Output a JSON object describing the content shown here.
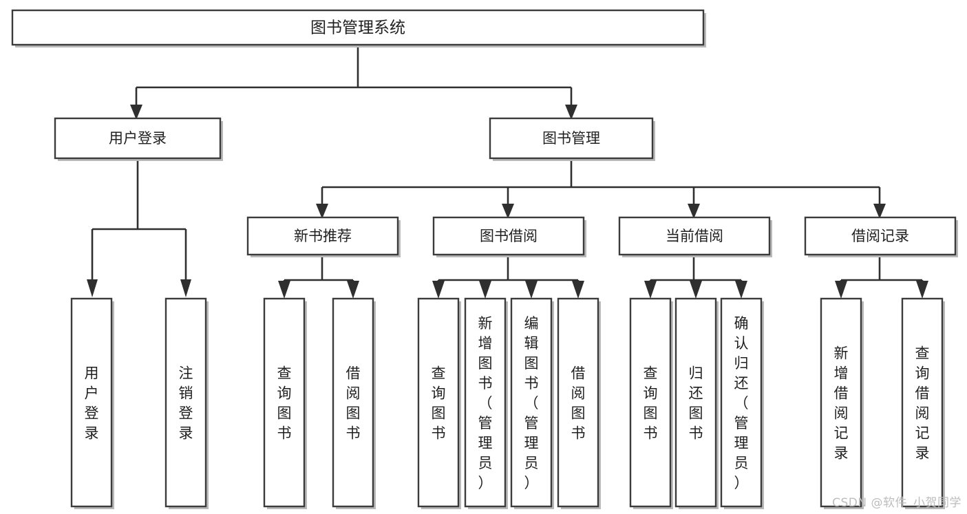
{
  "diagram": {
    "type": "tree",
    "title": "图书管理系统",
    "root": {
      "id": "root",
      "label": "图书管理系统",
      "orientation": "horizontal"
    },
    "level1": [
      {
        "id": "user-login",
        "label": "用户登录",
        "orientation": "horizontal"
      },
      {
        "id": "book-manage",
        "label": "图书管理",
        "orientation": "horizontal"
      }
    ],
    "level2": [
      {
        "id": "new-book-recommend",
        "label": "新书推荐",
        "parent": "book-manage",
        "orientation": "horizontal"
      },
      {
        "id": "book-borrow",
        "label": "图书借阅",
        "parent": "book-manage",
        "orientation": "horizontal"
      },
      {
        "id": "current-borrow",
        "label": "当前借阅",
        "parent": "book-manage",
        "orientation": "horizontal"
      },
      {
        "id": "borrow-record",
        "label": "借阅记录",
        "parent": "book-manage",
        "orientation": "horizontal"
      }
    ],
    "leaves": [
      {
        "id": "leaf-user-login",
        "label": "用户登录",
        "parent": "user-login",
        "orientation": "vertical"
      },
      {
        "id": "leaf-logout-login",
        "label": "注销登录",
        "parent": "user-login",
        "orientation": "vertical"
      },
      {
        "id": "leaf-query-book-1",
        "label": "查询图书",
        "parent": "new-book-recommend",
        "orientation": "vertical"
      },
      {
        "id": "leaf-borrow-book-1",
        "label": "借阅图书",
        "parent": "new-book-recommend",
        "orientation": "vertical"
      },
      {
        "id": "leaf-query-book-2",
        "label": "查询图书",
        "parent": "book-borrow",
        "orientation": "vertical"
      },
      {
        "id": "leaf-add-book",
        "label": "新增图书（管理员）",
        "parent": "book-borrow",
        "orientation": "vertical"
      },
      {
        "id": "leaf-edit-book",
        "label": "编辑图书（管理员）",
        "parent": "book-borrow",
        "orientation": "vertical"
      },
      {
        "id": "leaf-borrow-book-2",
        "label": "借阅图书",
        "parent": "book-borrow",
        "orientation": "vertical"
      },
      {
        "id": "leaf-query-book-3",
        "label": "查询图书",
        "parent": "current-borrow",
        "orientation": "vertical"
      },
      {
        "id": "leaf-return-book",
        "label": "归还图书",
        "parent": "current-borrow",
        "orientation": "vertical"
      },
      {
        "id": "leaf-confirm-return",
        "label": "确认归还（管理员）",
        "parent": "current-borrow",
        "orientation": "vertical"
      },
      {
        "id": "leaf-add-record",
        "label": "新增借阅记录",
        "parent": "borrow-record",
        "orientation": "vertical"
      },
      {
        "id": "leaf-query-record",
        "label": "查询借阅记录",
        "parent": "borrow-record",
        "orientation": "vertical"
      }
    ],
    "colors": {
      "box_fill": "#ffffff",
      "box_stroke": "#3b3b3b",
      "connector": "#2f2f2f",
      "text": "#1f1f1f",
      "background": "#ffffff",
      "watermark": "#bdbdbd"
    }
  },
  "watermark": {
    "text": "CSDN @软件_小贺同学"
  }
}
